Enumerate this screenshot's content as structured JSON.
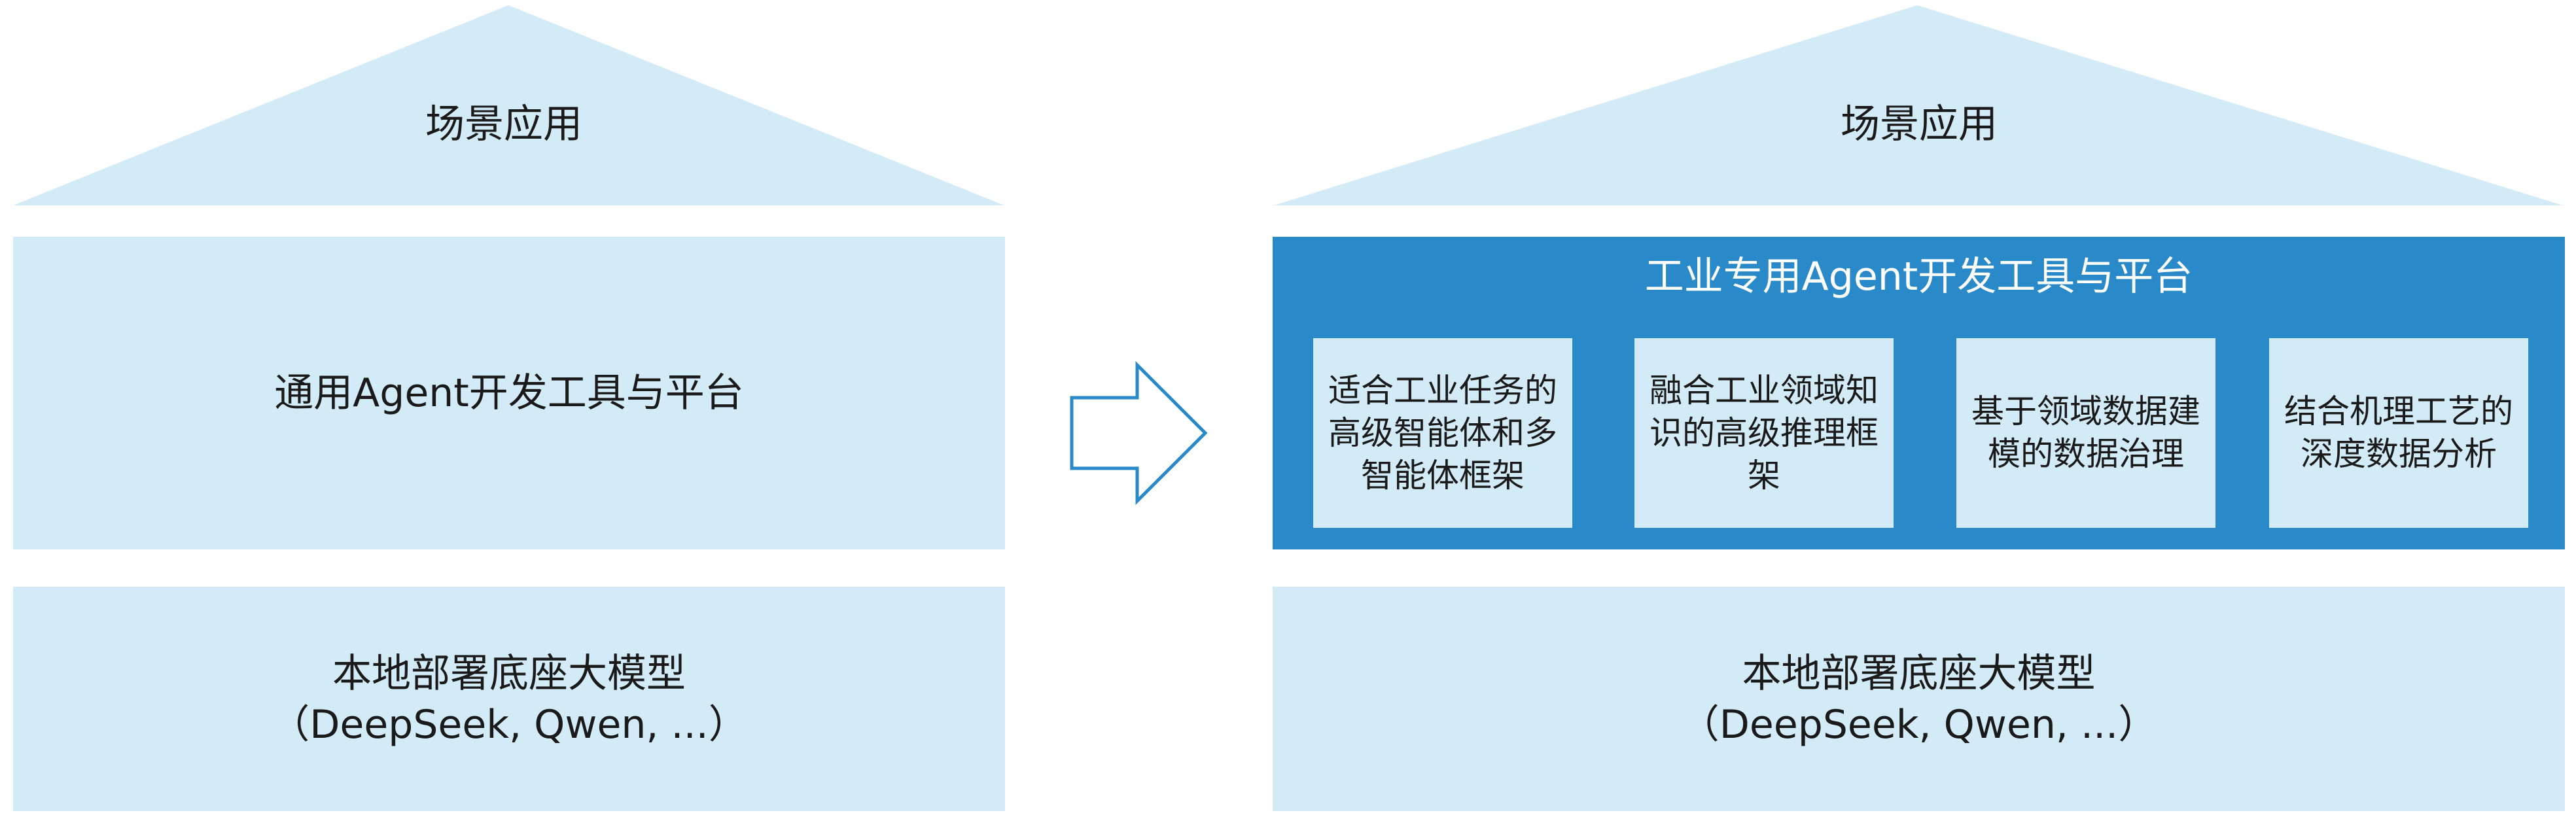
{
  "left": {
    "roof_label": "场景应用",
    "platform_label": "通用Agent开发工具与平台",
    "base_line1": "本地部署底座大模型",
    "base_line2": "（DeepSeek, Qwen, ...）"
  },
  "right": {
    "roof_label": "场景应用",
    "platform_title": "工业专用Agent开发工具与平台",
    "cards": [
      "适合工业任务的高级智能体和多智能体框架",
      "融合工业领域知识的高级推理框架",
      "基于领域数据建模的数据治理",
      "结合机理工艺的深度数据分析"
    ],
    "base_line1": "本地部署底座大模型",
    "base_line2": "（DeepSeek, Qwen, ...）"
  },
  "colors": {
    "light_blue": "#d3ebf7",
    "dark_blue": "#2a8ac9",
    "arrow_stroke": "#2a8ac9"
  },
  "icons": {
    "transition_arrow": "right-arrow-icon"
  }
}
